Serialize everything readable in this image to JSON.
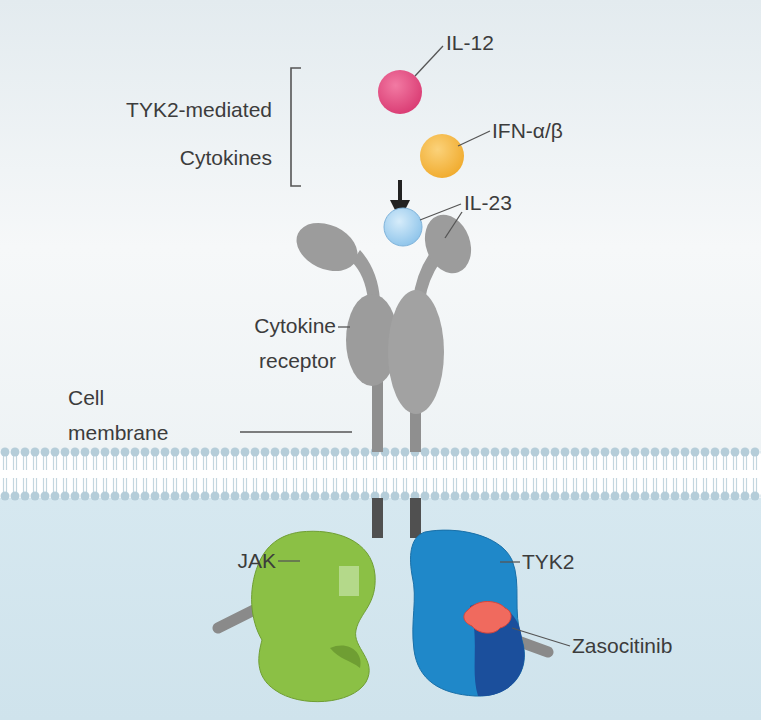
{
  "diagram": {
    "labels": [
      "IL-12",
      "TYK2-mediated Cytokines",
      "IFN-α/β",
      "IL-23",
      "Cytokine receptor",
      "Cell membrane",
      "JAK",
      "TYK2",
      "Zasocitinib"
    ]
  }
}
